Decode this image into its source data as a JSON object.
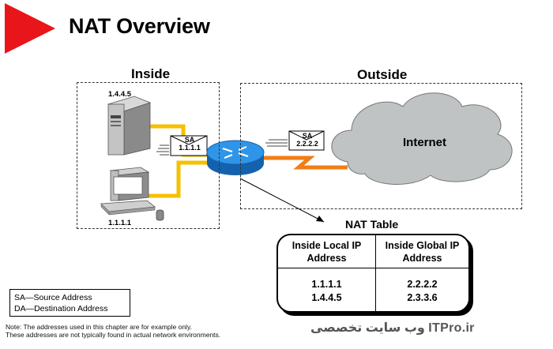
{
  "header": {
    "title": "NAT Overview"
  },
  "zones": {
    "inside_label": "Inside",
    "outside_label": "Outside"
  },
  "hosts": {
    "server_ip": "1.4.4.5",
    "pc_ip": "1.1.1.1"
  },
  "packets": [
    {
      "label": "SA",
      "address": "1.1.1.1"
    },
    {
      "label": "SA",
      "address": "2.2.2.2"
    }
  ],
  "cloud": {
    "label": "Internet"
  },
  "nat_table": {
    "title": "NAT Table",
    "headers": [
      "Inside Local IP Address",
      "Inside Global IP Address"
    ],
    "rows": [
      [
        "1.1.1.1",
        "2.2.2.2"
      ],
      [
        "1.4.4.5",
        "2.3.3.6"
      ]
    ]
  },
  "legend": {
    "lines": [
      "SA—Source Address",
      "DA—Destination Address"
    ]
  },
  "note": {
    "lines": [
      "Note: The addresses used in this chapter are for example only.",
      "These addresses are not typically found in actual network environments."
    ]
  },
  "watermark": {
    "text": "وب سایت تخصصی ITPro.ir"
  },
  "colors": {
    "accent_red": "#e8161b",
    "cable_yellow": "#f5c000",
    "link_orange": "#f07e16",
    "router_blue": "#1d7fd6",
    "cloud_gray": "#bfc3c3"
  }
}
